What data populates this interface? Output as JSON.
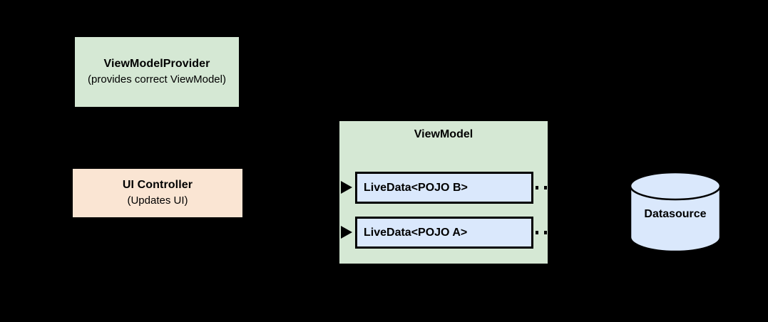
{
  "diagram": {
    "background_color": "#000000",
    "nodes": {
      "view_model_provider": {
        "title": "ViewModelProvider",
        "subtitle": "(provides correct ViewModel)",
        "fill_color": "#d5e8d4"
      },
      "ui_controller": {
        "title": "UI Controller",
        "subtitle": "(Updates UI)",
        "fill_color": "#fae5d3"
      },
      "view_model": {
        "title": "ViewModel",
        "fill_color": "#d5e8d4",
        "livedata": [
          {
            "label": "LiveData<POJO B>",
            "fill_color": "#dae8fc"
          },
          {
            "label": "LiveData<POJO A>",
            "fill_color": "#dae8fc"
          }
        ]
      },
      "datasource": {
        "title": "Datasource",
        "fill_color": "#dae8fc"
      }
    }
  }
}
